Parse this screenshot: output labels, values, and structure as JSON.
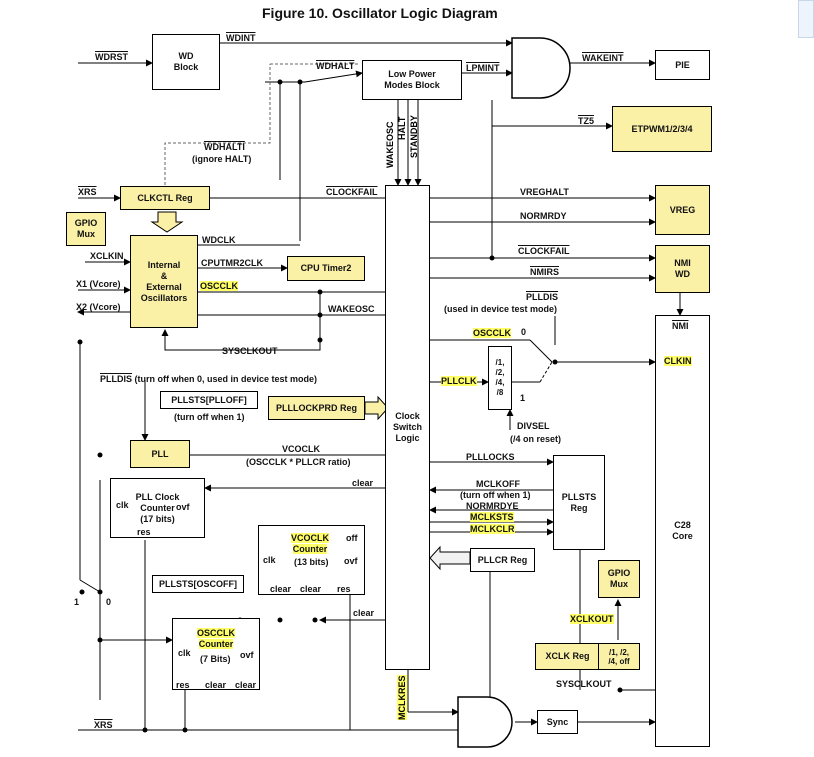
{
  "title": "Figure 10. Oscillator Logic Diagram",
  "blocks": {
    "wd": "WD\nBlock",
    "lpm": "Low Power\nModes Block",
    "pie": "PIE",
    "etpwm": "ETPWM1/2/3/4",
    "clkctl": "CLKCTL Reg",
    "gpio_mux_left": "GPIO\nMux",
    "osc": "Internal\n&\nExternal\nOscillators",
    "cpu_timer2": "CPU Timer2",
    "clock_switch": "Clock\nSwitch\nLogic",
    "vreg": "VREG",
    "nmi_wd": "NMI\nWD",
    "c28": "C28\nCore",
    "pllsts_plloff": "PLLSTS[PLLOFF]",
    "plllockprd": "PLLLOCKPRD Reg",
    "pll": "PLL",
    "pll_counter": "PLL Clock\nCounter\n(17 bits)",
    "vcoclk_counter_name": "VCOCLK\nCounter",
    "vcoclk_counter_bits": "(13 bits)",
    "pllsts_oscoff": "PLLSTS[OSCOFF]",
    "oscclk_counter_name": "OSCCLK\nCounter",
    "oscclk_counter_bits": "(7 Bits)",
    "pllsts_reg": "PLLSTS\nReg",
    "pllcr_reg": "PLLCR Reg",
    "gpio_mux_right": "GPIO\nMux",
    "xclk_reg": "XCLK Reg",
    "xclk_div": "/1, /2,\n/4, off",
    "sync": "Sync",
    "divider": "/1,\n/2,\n/4,\n/8"
  },
  "signals": {
    "wdrst": "WDRST",
    "wdint": "WDINT",
    "wdhalt": "WDHALT",
    "lpmint": "LPMINT",
    "wakeint": "WAKEINT",
    "wakeosc_v": "WAKEOSC",
    "halt_v": "HALT",
    "standby_v": "STANDBY",
    "tz5": "TZ5",
    "wdhalti": "WDHALTI",
    "ignore_halt": "(ignore HALT)",
    "xrs_top": "XRS",
    "clockfail_left": "CLOCKFAIL",
    "vreghalt": "VREGHALT",
    "normrdy": "NORMRDY",
    "wdclk": "WDCLK",
    "clockfail_right": "CLOCKFAIL",
    "xclkin": "XCLKIN",
    "cputmr2clk": "CPUTMR2CLK",
    "nmirs": "NMIRS",
    "x1": "X1 (Vcore)",
    "oscclk_left": "OSCCLK",
    "plldis_right": "PLLDIS",
    "test_mode": "(used in device test mode)",
    "x2": "X2 (Vcore)",
    "wakeosc_h": "WAKEOSC",
    "oscclk_mid": "OSCCLK",
    "zero": "0",
    "nmi": "NMI",
    "sysclkout_left": "SYSCLKOUT",
    "clkin": "CLKIN",
    "plldis_note_a": "PLLDIS",
    "plldis_note_b": " (turn off when 0, used in device test mode)",
    "pllclk": "PLLCLK",
    "one": "1",
    "turn_off_when_1": "(turn off when 1)",
    "divsel": "DIVSEL",
    "div_reset": "(/4 on reset)",
    "vcoclk": "VCOCLK",
    "vcoclk_ratio": "(OSCCLK * PLLCR ratio)",
    "plllocks": "PLLLOCKS",
    "clear_1": "clear",
    "mclkoff": "MCLKOFF",
    "turn_off_when_1b": "(turn off when 1)",
    "normrdye": "NORMRDYE",
    "mclksts": "MCLKSTS",
    "mclkclr": "MCLKCLR",
    "clk_pll": "clk",
    "ovf_pll": "ovf",
    "res_pll": "res",
    "clk_vco": "clk",
    "off_vco": "off",
    "ovf_vco": "ovf",
    "clear_vco": "clear",
    "clear_vco2": "clear",
    "res_vco": "res",
    "switch_one": "1",
    "switch_zero": "0",
    "clear_2": "clear",
    "clk_osc": "clk",
    "ovf_osc": "ovf",
    "res_osc": "res",
    "clear_osc": "clear",
    "clear_osc2": "clear",
    "xclkout": "XCLKOUT",
    "sysclkout_right": "SYSCLKOUT",
    "mclkres": "MCLKRES",
    "xrs_bottom": "XRS"
  },
  "colors": {
    "block_fill": "#faf0a6",
    "highlight": "#ffff66",
    "line": "#000000",
    "dashed": "#666666"
  }
}
